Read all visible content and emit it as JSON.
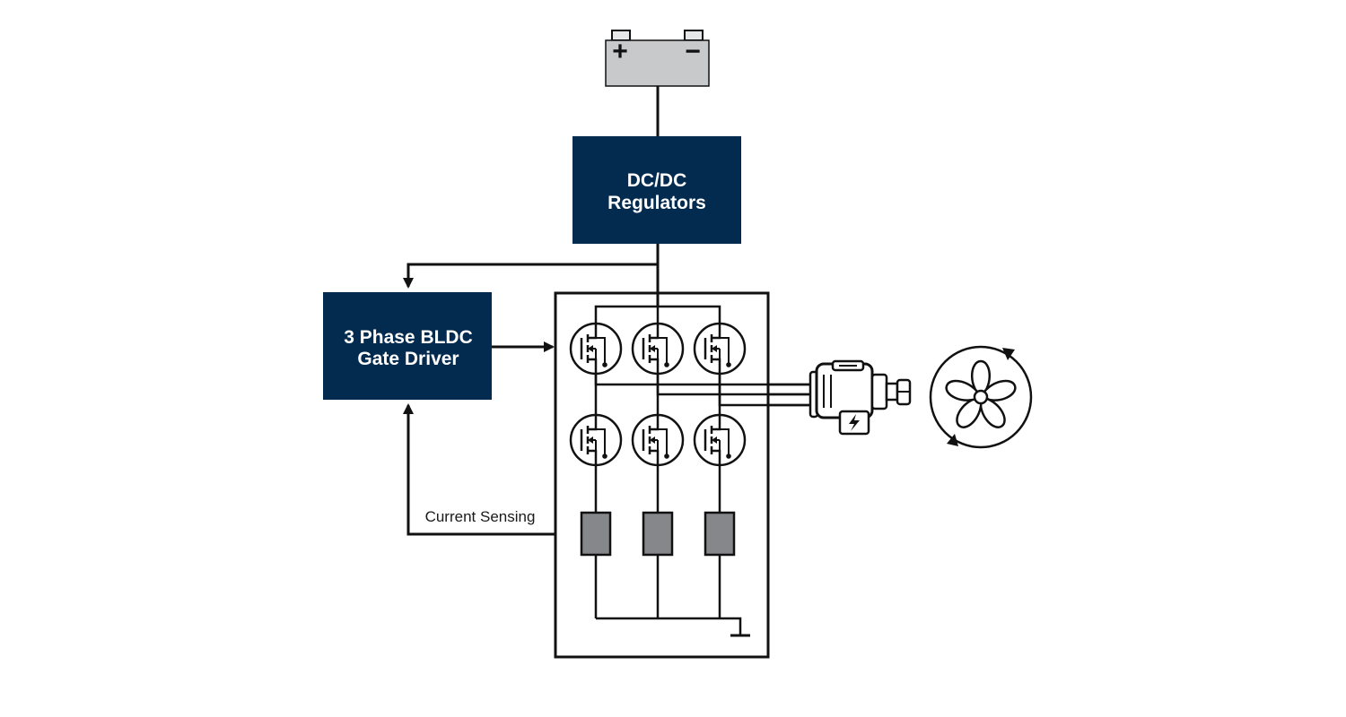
{
  "colors": {
    "block_fill": "#022b4f",
    "battery_fill": "#c8c9cb",
    "shunt_fill": "#86878a",
    "line": "#111111",
    "background": "#ffffff"
  },
  "battery": {
    "positive_symbol": "+",
    "negative_symbol": "−"
  },
  "regulator": {
    "line1": "DC/DC",
    "line2": "Regulators"
  },
  "gate_driver": {
    "line1": "3 Phase BLDC",
    "line2": "Gate Driver"
  },
  "inverter": {
    "mosfet_count": 6,
    "shunt_count": 3
  },
  "current_sensing_label": "Current Sensing",
  "icons": {
    "battery": "battery-icon",
    "motor": "motor-icon",
    "fan": "fan-icon",
    "ground": "ground-icon"
  }
}
